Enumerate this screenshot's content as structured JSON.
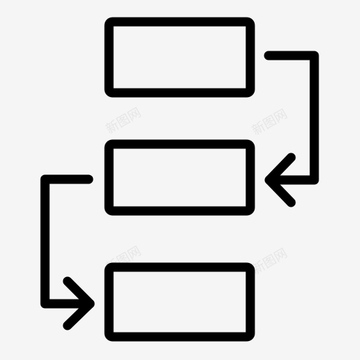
{
  "diagram": {
    "name": "flowchart-icon",
    "stroke_color": "#000000",
    "background_color": "#f5f5f5",
    "boxes": [
      {
        "id": "box-top"
      },
      {
        "id": "box-middle"
      },
      {
        "id": "box-bottom"
      }
    ],
    "connectors": [
      {
        "from": "box-top",
        "to": "box-middle"
      },
      {
        "from": "box-middle",
        "to": "box-bottom"
      }
    ]
  },
  "watermark": {
    "text": "新图网",
    "color": "#e6e6e6"
  }
}
